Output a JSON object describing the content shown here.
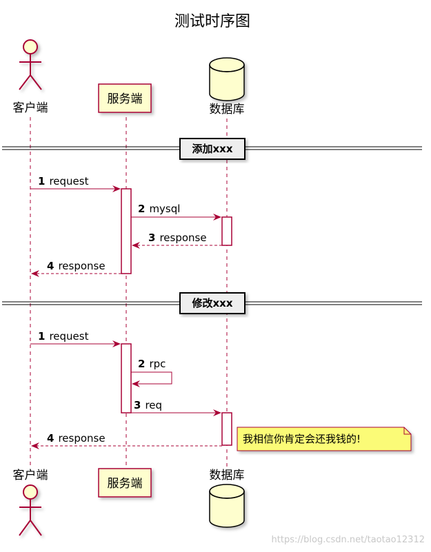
{
  "title": "测试时序图",
  "participants": {
    "client": "客户端",
    "server": "服务端",
    "db": "数据库"
  },
  "sections": [
    {
      "label": "添加xxx",
      "messages": [
        {
          "num": "1",
          "text": "request"
        },
        {
          "num": "2",
          "text": "mysql"
        },
        {
          "num": "3",
          "text": "response"
        },
        {
          "num": "4",
          "text": "response"
        }
      ]
    },
    {
      "label": "修改xxx",
      "messages": [
        {
          "num": "1",
          "text": "request"
        },
        {
          "num": "2",
          "text": "rpc"
        },
        {
          "num": "3",
          "text": "req"
        },
        {
          "num": "4",
          "text": "response"
        }
      ]
    }
  ],
  "note": "我相信你肯定会还我钱的!",
  "watermark": "https://blog.csdn.net/taotao12312",
  "colors": {
    "arrow": "#a80036",
    "actor_fill": "#fefece",
    "note_fill": "#fbfb77",
    "divider_fill": "#eeeeee"
  }
}
